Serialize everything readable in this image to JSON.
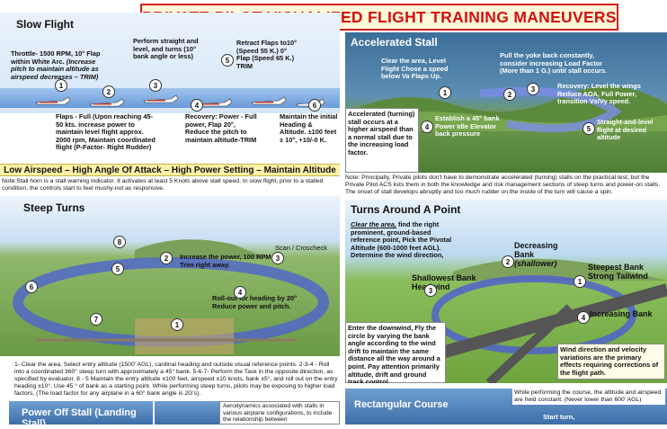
{
  "title": "PRIVATE PILOT VISUALIZED FLIGHT TRAINING MANEUVERS",
  "slow_flight": {
    "heading": "Slow Flight",
    "step1": "Throttle- 1500 RPM, 10° Flap within White Arc.",
    "step1_italic": "(Increase pitch to maintain altitude as airspeed decreases – TRIM)",
    "step2": "Flaps - Full (Upon reaching 45-50 kts. increase power to maintain level flight approx. 2000 rpm, Maintain coordinated flight (P-Factor- Right Rudder)",
    "step3": "Perform straight and level, and turns (10° bank angle or less)",
    "step4": "Recovery: Power - Full power, Flap 20°, Reduce the pitch to maintain altitude-TRIM",
    "step5": "Retract Flaps to10° (Speed 55 K.) 0° Flap (Speed 65 K.) TRIM",
    "step6": "Maintain the initial Heading & Altitude. ±100 feet ± 10°, +10/-0 K.",
    "banner": "Low Airspeed – High Angle Of Attack – High Power Setting – Maintain Altitude",
    "note": "Note:Stall horn is a stall warning indicator. It activates at least 5 Knots above stall speed. In slow flight, prior to a stalled condition, the controls start to feel mushy-not as responsive."
  },
  "accel_stall": {
    "heading": "Accelerated Stall",
    "step1": "Clear the area, Level Flight Chose a speed below Va Flaps Up.",
    "step2": "Pull the yoke back constantly, consider increasing Load Factor (More than 1 G.) until stall occurs.",
    "step3": "Recovery: Level the wings Reduce AOA, Full Power, transition Vx/Vy speed.",
    "box_text": "Accelerated (turning) stall occurs at a higher airspeed than a normal stall due to the increasing load factor.",
    "step4": "Establish a 45° bank Power Idle Elevator back pressure",
    "step5": "Straight-and-level flight at desired altitude",
    "note": "Note: Principally, Private pilots don't have to demonstrate accelerated (turning) stalls on the practical test, but the Private Pilot ACS lists them in both the knowledge and risk management sections of steep turns and power-on stalls. The onset of stall develops abruptly and too much rudder on the inside of the turn will cause a spin."
  },
  "steep_turns": {
    "heading": "Steep Turns",
    "label_power": "Increase the power, 100 RPM Trim right away.",
    "label_scan": "Scan / Croscheck",
    "label_rollout": "Roll-out for heading by 20° Reduce power and pitch.",
    "note": "1- Clear the area, Select entry altitude (1500' AGL), cardinal heading and outside visual reference points. 2-3-4 - Roll into a coordinated 360° steep turn with approximately a 45° bank. 5-6-7- Perform the Task in the opposite direction, as specified by evaluator. 8 - 5 Maintain the entry altitude ±100 feet, airspeed ±10 knots, bank ±5°, and roll out on the entry heading ±10°. Use 45 ° of bank as a starting point. While performing steep turns, pilots may be exposing to higher load factors, (The load factor for any airplane in a 60° bank angle is 2G's)."
  },
  "turns_point": {
    "heading": "Turns Around A Point",
    "intro_italic": "Clear the area,",
    "intro": "find the right prominent, ground-based reference point, Pick the Pivotal Altitude (600-1000 feet AGL). Determine the wind direction,",
    "decreasing": "Decreasing Bank",
    "shallower": "(shallower)",
    "shallowest": "Shallowest Bank Headwind",
    "steepest": "Steepest Bank Strong Tailwind",
    "increasing": "Increasing Bank",
    "box_text": "Enter the downwind, Fly the circle by varying the bank angle according to the wind drift to maintain the same distance all the way around a point. Pay attention primarily altitude, drift and ground track control.",
    "wind_text": "Wind direction and velocity variations are the primary effects requiring corrections of the flight path."
  },
  "power_off": {
    "heading": "Power Off Stall (Landing Stall)",
    "box_text": "Aerodynamics associated with stalls in various airplane configurations, to include the relationship between"
  },
  "rect_course": {
    "heading": "Rectangular Course",
    "note": "While performing the course, the altitude and airspeed are held constant. (Never lower than 600' AGL)",
    "start": "Start turn,"
  },
  "numbers": [
    "1",
    "2",
    "3",
    "4",
    "5",
    "6",
    "7",
    "8"
  ],
  "colors": {
    "title_red": "#d41010",
    "banner_yellow": "#fff2a8",
    "sky_blue": "#4a74b8",
    "ground_green": "#6aa044"
  }
}
